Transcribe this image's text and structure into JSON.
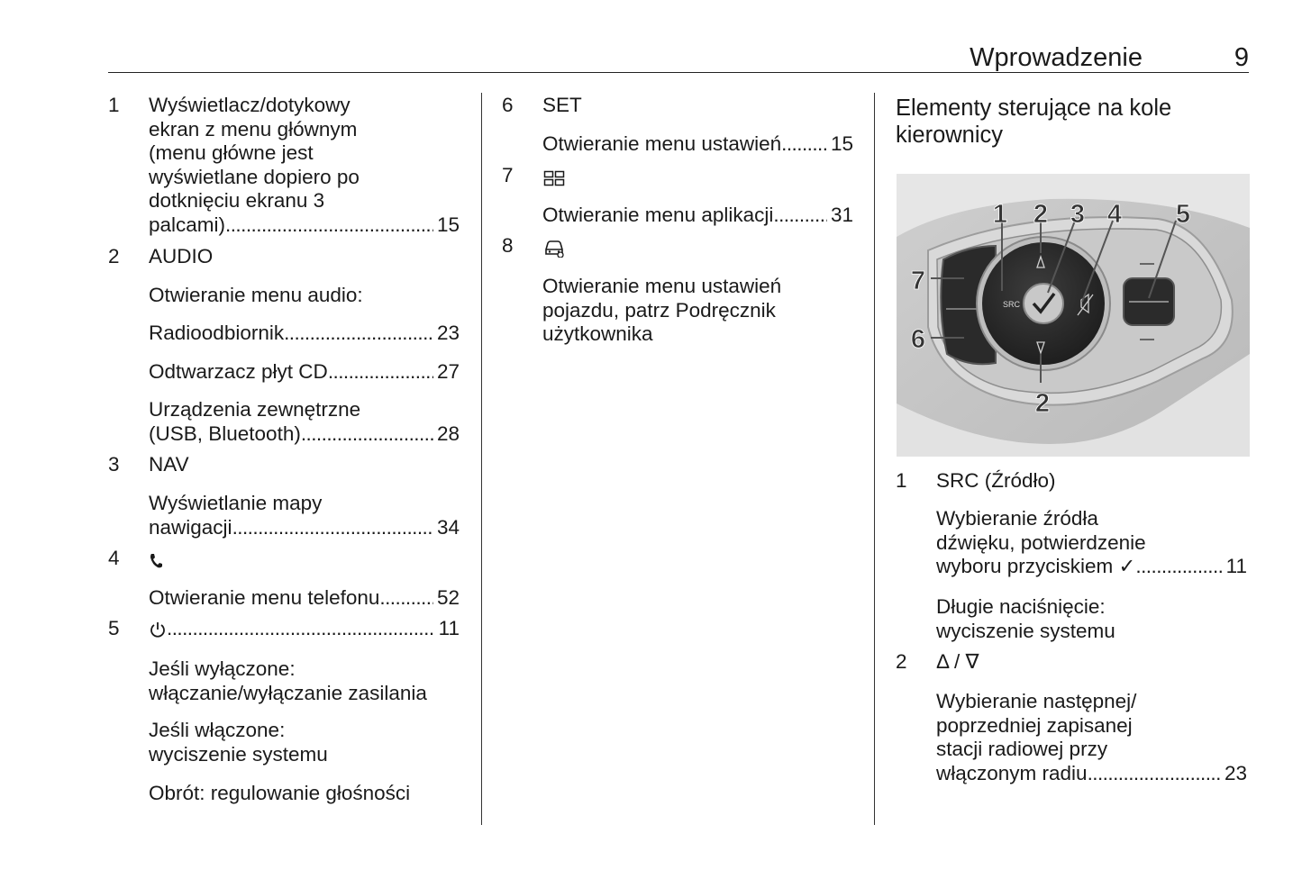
{
  "header": {
    "title": "Wprowadzenie",
    "page_number": "9"
  },
  "col1": [
    {
      "num": "1",
      "lines": [
        "Wyświetlacz/dotykowy",
        "ekran z menu głównym",
        "(menu główne jest",
        "wyświetlane dopiero po",
        "dotknięciu ekranu 3"
      ],
      "lead": {
        "text": "palcami)",
        "page": "15"
      }
    },
    {
      "num": "2",
      "head": "AUDIO",
      "sub": "Otwieranie menu audio:",
      "items": [
        {
          "text": "Radioodbiornik",
          "page": "23"
        },
        {
          "text": "Odtwarzacz płyt CD",
          "page": "27"
        }
      ],
      "ext_line": "Urządzenia zewnętrzne",
      "ext": {
        "text": "(USB, Bluetooth)",
        "page": "28"
      }
    },
    {
      "num": "3",
      "head": "NAV",
      "line": "Wyświetlanie mapy",
      "lead": {
        "text": "nawigacji",
        "page": "34"
      }
    },
    {
      "num": "4",
      "icon": "phone-handset-icon",
      "lead": {
        "text": "Otwieranie menu telefonu",
        "page": "52"
      }
    },
    {
      "num": "5",
      "icon": "power-icon",
      "page": "11",
      "off_a": "Jeśli wyłączone:",
      "off_b": "włączanie/wyłączanie zasilania",
      "on_a": "Jeśli włączone:",
      "on_b": "wyciszenie systemu",
      "rot": "Obrót: regulowanie głośności"
    }
  ],
  "col2": [
    {
      "num": "6",
      "head": "SET",
      "lead": {
        "text": "Otwieranie menu ustawień",
        "page": "15"
      }
    },
    {
      "num": "7",
      "icon": "app-grid-icon",
      "lead": {
        "text": "Otwieranie menu aplikacji",
        "page": "31"
      }
    },
    {
      "num": "8",
      "icon": "car-settings-icon",
      "lines": [
        "Otwieranie menu ustawień",
        "pojazdu, patrz Podręcznik",
        "użytkownika"
      ]
    }
  ],
  "col3": {
    "title": [
      "Elementy sterujące na kole",
      "kierownicy"
    ],
    "photo_labels": [
      "1",
      "2",
      "3",
      "4",
      "5",
      "7",
      "6",
      "2"
    ],
    "photo_src_label": "SRC",
    "items": [
      {
        "num": "1",
        "head_bold": "SRC",
        "head_rest": " (Źródło)",
        "lines": [
          "Wybieranie źródła",
          "dźwięku, potwierdzenie"
        ],
        "lead": {
          "text": "wyboru przyciskiem ✓",
          "page": "11"
        },
        "long_a": "Długie naciśnięcie:",
        "long_b": "wyciszenie systemu"
      },
      {
        "num": "2",
        "head": "Δ / ∇",
        "lines": [
          "Wybieranie następnej/",
          "poprzedniej zapisanej",
          "stacji radiowej przy"
        ],
        "lead": {
          "text": "włączonym radiu",
          "page": "23"
        }
      }
    ]
  }
}
